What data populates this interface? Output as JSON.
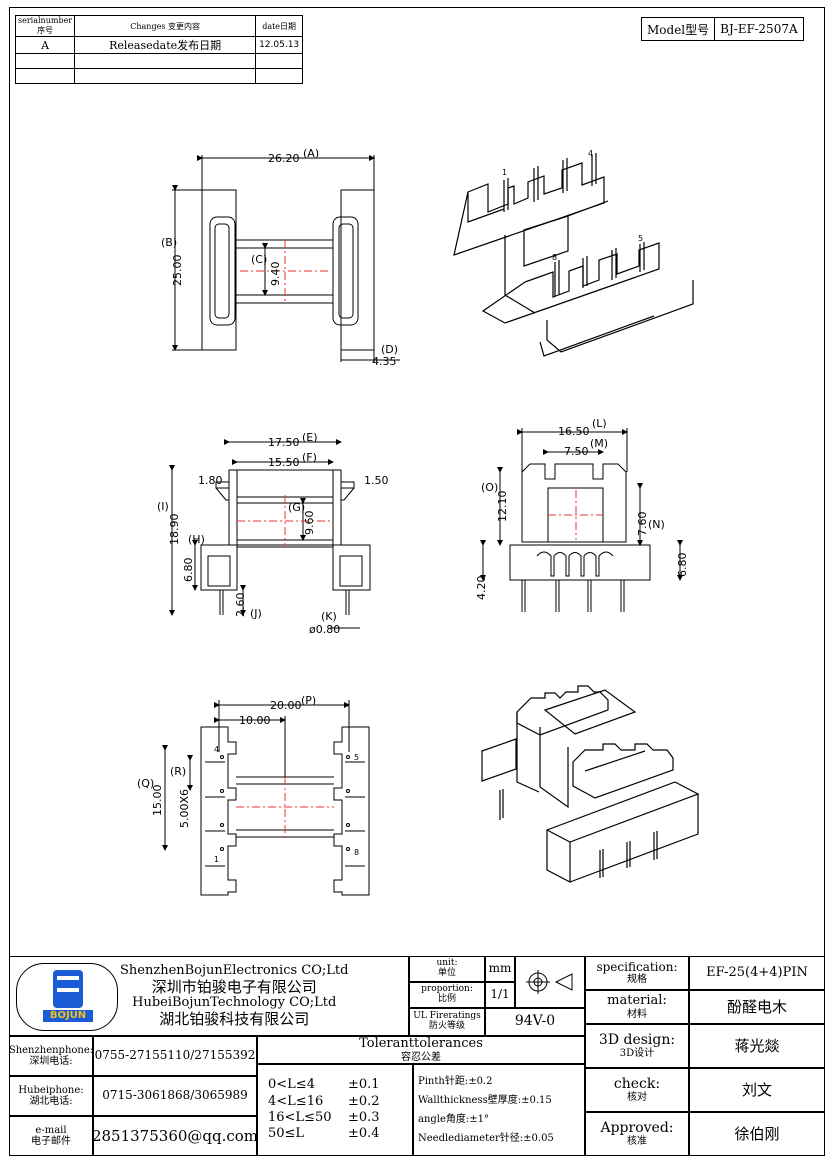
{
  "revision_table": {
    "headers": {
      "serial": "serialnumber序号",
      "changes": "Changes 变更内容",
      "date": "date日期"
    },
    "rows": [
      {
        "serial": "A",
        "changes": "Releasedate发布日期",
        "date": "12.05.13"
      },
      {
        "serial": "",
        "changes": "",
        "date": ""
      },
      {
        "serial": "",
        "changes": "",
        "date": ""
      }
    ]
  },
  "model": {
    "label": "Model型号",
    "value": "BJ-EF-2507A"
  },
  "dimensions": {
    "A": "26.20",
    "A_tag": "(A)",
    "B": "25.00",
    "B_tag": "(B)",
    "C": "9.40",
    "C_tag": "(C)",
    "D": "4.35",
    "D_tag": "(D)",
    "E": "17.50",
    "E_tag": "(E)",
    "F": "15.50",
    "F_tag": "(F)",
    "G": "9.60",
    "G_tag": "(G)",
    "H": "6.80",
    "H_tag": "(H)",
    "I": "18.90",
    "I_tag": "(I)",
    "J": "2.60",
    "J_tag": "(J)",
    "K": "ø0.80",
    "K_tag": "(K)",
    "left_small": "1.80",
    "right_small": "1.50",
    "L": "16.50",
    "L_tag": "(L)",
    "M": "7.50",
    "M_tag": "(M)",
    "N": "7.60",
    "N_tag": "(N)",
    "O": "12.10",
    "O_tag": "(O)",
    "side_right": "6.80",
    "side_bottom": "4.20",
    "P": "20.00",
    "P_tag": "(P)",
    "P_half": "10.00",
    "Q": "15.00",
    "Q_tag": "(Q)",
    "R": "5.00X6",
    "R_tag": "(R)"
  },
  "pin_labels": {
    "iso_1": "1",
    "iso_4": "4",
    "iso_5": "5",
    "iso_8": "8",
    "bot_4": "4",
    "bot_5": "5",
    "bot_1": "1",
    "bot_8": "8"
  },
  "logo": {
    "text": "BOJUN"
  },
  "company": {
    "line1": "ShenzhenBojunElectronics CO;Ltd",
    "line2": "深圳市铂骏电子有限公司",
    "line3": "HubeiBojunTechnology CO;Ltd",
    "line4": "湖北铂骏科技有限公司"
  },
  "contact": {
    "sz_label_en": "Shenzhenphone:",
    "sz_label_cn": "深圳电话:",
    "sz_value": "0755-27155110/27155392",
    "hb_label_en": "Hubeiphone:",
    "hb_label_cn": "湖北电话:",
    "hb_value": "0715-3061868/3065989",
    "mail_label_en": "e-mail",
    "mail_label_cn": "电子邮件",
    "mail_value": "2851375360@qq.com"
  },
  "units": {
    "unit_en": "unit:",
    "unit_cn": "单位",
    "unit_value": "mm",
    "prop_en": "proportion:",
    "prop_cn": "比例",
    "prop_value": "1/1",
    "ul_en": "UL Fireratings",
    "ul_cn": "防火等级",
    "ul_value": "94V-0"
  },
  "tolerances": {
    "title_en": "Toleranttolerances",
    "title_cn": "容忍公差",
    "rows": [
      {
        "range": "0<L≤4",
        "tol": "±0.1"
      },
      {
        "range": "4<L≤16",
        "tol": "±0.2"
      },
      {
        "range": "16<L≤50",
        "tol": "±0.3"
      },
      {
        "range": "50≤L",
        "tol": "±0.4"
      }
    ],
    "notes": [
      "Pinth针距:±0.2",
      "Wallthickness壁厚度:±0.15",
      "angle角度:±1°",
      "Needlediameter针径:±0.05"
    ]
  },
  "spec": {
    "spec_en": "specification:",
    "spec_cn": "规格",
    "spec_value": "EF-25(4+4)PIN",
    "mat_en": "material:",
    "mat_cn": "材料",
    "mat_value": "酚醛电木",
    "design_en": "3D design:",
    "design_cn": "3D设计",
    "design_value": "蒋光燚",
    "check_en": "check:",
    "check_cn": "核对",
    "check_value": "刘文",
    "appr_en": "Approved:",
    "appr_cn": "核准",
    "appr_value": "徐伯刚"
  }
}
